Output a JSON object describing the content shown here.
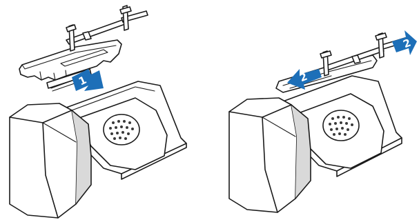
{
  "step1": {
    "arrow_label": "1",
    "arrow_color": "#1d6fb8"
  },
  "step2": {
    "arrow_left_label": "2",
    "arrow_right_label": "2",
    "arrow_color": "#1d6fb8"
  }
}
